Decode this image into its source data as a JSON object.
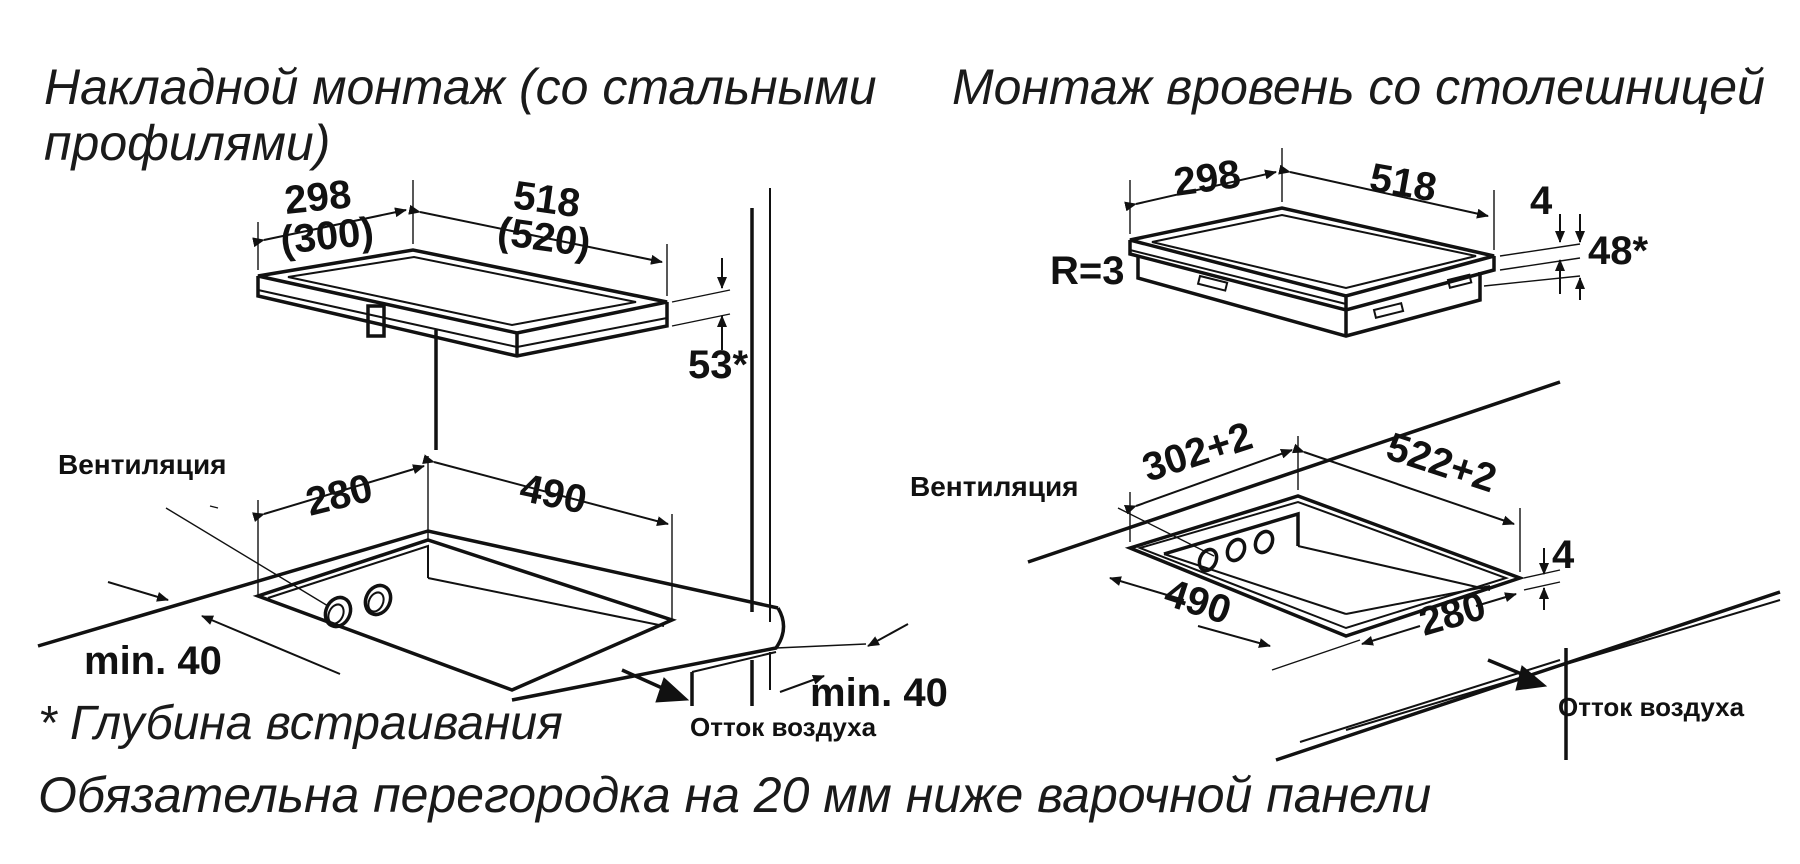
{
  "titles": {
    "left_line1": "Накладной монтаж (со стальными",
    "left_line2": "профилями)",
    "right": "Монтаж вровень со столешницей"
  },
  "left": {
    "hob": {
      "width": "298",
      "width_alt": "(300)",
      "depth": "518",
      "depth_alt": "(520)",
      "height": "53*"
    },
    "cutout": {
      "width": "280",
      "depth": "490"
    },
    "ventilation": "Вентиляция",
    "min_front": "min. 40",
    "min_back": "min. 40",
    "airflow": "Отток воздуха"
  },
  "right": {
    "hob": {
      "width": "298",
      "depth": "518",
      "radius": "R=3",
      "step": "4",
      "height": "48*"
    },
    "cutout": {
      "width": "302+2",
      "depth": "522+2",
      "inner_depth": "490",
      "inner_width": "280",
      "step": "4"
    },
    "ventilation": "Вентиляция",
    "airflow": "Отток воздуха"
  },
  "footnote": "* Глубина встраивания",
  "note": "Обязательна перегородка на 20 мм ниже варочной панели",
  "colors": {
    "ink": "#111111",
    "background": "#ffffff"
  }
}
